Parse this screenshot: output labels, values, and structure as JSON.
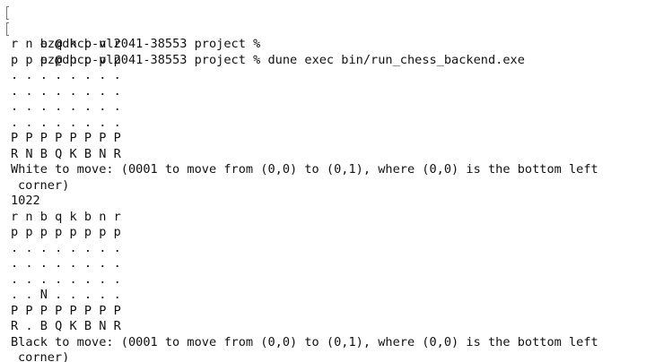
{
  "terminal": {
    "lines": [
      {
        "kind": "prompt",
        "text": "ez@dhcp-vl2041-38553 project %"
      },
      {
        "kind": "prompt",
        "text": "ez@dhcp-vl2041-38553 project % dune exec bin/run_chess_backend.exe"
      },
      {
        "kind": "output",
        "text": "r n b q k b n r"
      },
      {
        "kind": "output",
        "text": "p p p p p p p p"
      },
      {
        "kind": "output",
        "text": ". . . . . . . ."
      },
      {
        "kind": "output",
        "text": ". . . . . . . ."
      },
      {
        "kind": "output",
        "text": ". . . . . . . ."
      },
      {
        "kind": "output",
        "text": ". . . . . . . ."
      },
      {
        "kind": "output",
        "text": "P P P P P P P P"
      },
      {
        "kind": "output",
        "text": "R N B Q K B N R"
      },
      {
        "kind": "output",
        "text": "White to move: (0001 to move from (0,0) to (0,1), where (0,0) is the bottom left"
      },
      {
        "kind": "wrap",
        "text": "corner)"
      },
      {
        "kind": "output",
        "text": "1022"
      },
      {
        "kind": "output",
        "text": "r n b q k b n r"
      },
      {
        "kind": "output",
        "text": "p p p p p p p p"
      },
      {
        "kind": "output",
        "text": ". . . . . . . ."
      },
      {
        "kind": "output",
        "text": ". . . . . . . ."
      },
      {
        "kind": "output",
        "text": ". . . . . . . ."
      },
      {
        "kind": "output",
        "text": ". . N . . . . ."
      },
      {
        "kind": "output",
        "text": "P P P P P P P P"
      },
      {
        "kind": "output",
        "text": "R . B Q K B N R"
      },
      {
        "kind": "output",
        "text": "Black to move: (0001 to move from (0,0) to (0,1), where (0,0) is the bottom left"
      },
      {
        "kind": "wrap",
        "text": "corner)"
      }
    ]
  }
}
